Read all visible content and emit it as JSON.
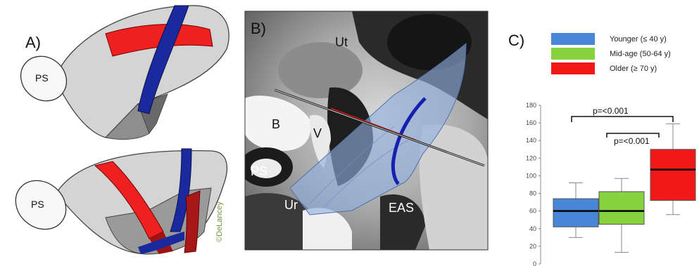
{
  "panel_a": {
    "label": "A)",
    "ps_top": "PS",
    "ps_bottom": "PS",
    "credit": "©DeLancey"
  },
  "panel_b": {
    "label": "B)",
    "ut": "Ut",
    "b": "B",
    "v": "V",
    "ps": "PS",
    "ur": "Ur",
    "eas": "EAS"
  },
  "panel_c": {
    "label": "C)",
    "legend": [
      {
        "label": "Younger (≤ 40 y)",
        "color": "#4a86d8"
      },
      {
        "label": "Mid-age (50-64 y)",
        "color": "#86d23f"
      },
      {
        "label": "Older (≥ 70 y)",
        "color": "#f01818"
      }
    ],
    "pvalue_top": "p=<0.001",
    "pvalue_mid": "p=<0.001"
  },
  "chart_data": {
    "type": "box",
    "ylim": [
      0,
      180
    ],
    "yticks": [
      "0",
      "20",
      "40",
      "60",
      "80",
      "100",
      "120",
      "140",
      "160",
      "180"
    ],
    "series": [
      {
        "name": "Younger (≤ 40 y)",
        "color": "#4a86d8",
        "whisker_low": 30,
        "q1": 42,
        "median": 60,
        "q3": 74,
        "whisker_high": 92
      },
      {
        "name": "Mid-age (50-64 y)",
        "color": "#86d23f",
        "whisker_low": 13,
        "q1": 45,
        "median": 60,
        "q3": 82,
        "whisker_high": 97
      },
      {
        "name": "Older (≥ 70 y)",
        "color": "#f01818",
        "whisker_low": 56,
        "q1": 72,
        "median": 107,
        "q3": 130,
        "whisker_high": 159
      }
    ]
  }
}
